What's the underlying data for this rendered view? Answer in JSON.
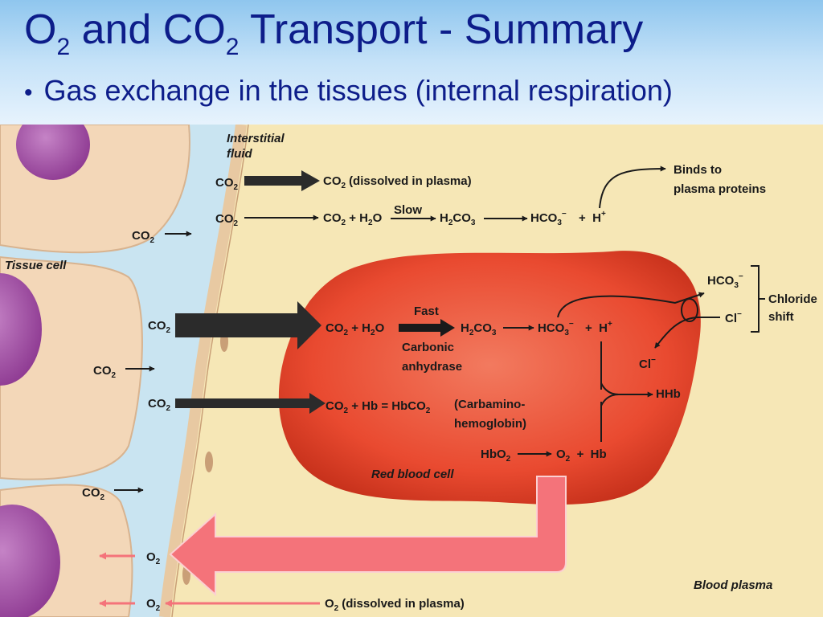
{
  "title": {
    "main_a": "O",
    "sub_a": "2",
    "main_b": " and CO",
    "sub_b": "2",
    "main_c": " Transport - Summary"
  },
  "bullet": "Gas exchange in the tissues (internal respiration)",
  "regions": {
    "interstitial_1": "Interstitial",
    "interstitial_2": "fluid",
    "tissue_cell": "Tissue cell",
    "red_blood_cell": "Red blood cell",
    "blood_plasma": "Blood plasma"
  },
  "co2": {
    "base": "CO",
    "sub": "2"
  },
  "o2": {
    "base": "O",
    "sub": "2"
  },
  "plasma": {
    "dissolved": "(dissolved in plasma)",
    "reaction": {
      "co2_plus_h2o_a": "CO",
      "co2_plus_h2o_b": "2",
      "co2_plus_h2o_c": " + H",
      "co2_plus_h2o_d": "2",
      "co2_plus_h2o_e": "O",
      "slow": "Slow",
      "h2co3_a": "H",
      "h2co3_b": "2",
      "h2co3_c": "CO",
      "h2co3_d": "3",
      "hco3_a": "HCO",
      "hco3_b": "3",
      "hco3_c": "−",
      "plus_h_a": "+  H",
      "plus_h_b": "+"
    },
    "binds_1": "Binds to",
    "binds_2": "plasma proteins"
  },
  "rbc": {
    "fast": "Fast",
    "carbonic_1": "Carbonic",
    "carbonic_2": "anhydrase",
    "plus_h_a": "+  H",
    "plus_h_b": "+",
    "carbamino_a": "CO",
    "carbamino_b": "2",
    "carbamino_c": " + Hb = HbCO",
    "carbamino_d": "2",
    "carbamino_name_1": "(Carbamino-",
    "carbamino_name_2": "hemoglobin)",
    "hbo2_a": "HbO",
    "hbo2_b": "2",
    "o2_plus_hb_a": "O",
    "o2_plus_hb_b": "2",
    "o2_plus_hb_c": "  +  Hb",
    "hhb": "HHb"
  },
  "chloride": {
    "cl_a": "Cl",
    "cl_b": "−",
    "shift_1": "Chloride",
    "shift_2": "shift"
  },
  "colors": {
    "title": "#0d1d8a",
    "rbc": "#e94a30",
    "plasma_bg": "#f6e7b6",
    "tissue_cell": "#f3d7b8",
    "interstitial": "#c9e4f1",
    "nucleus": "#a64aa6",
    "o2_arrow": "#f4737a"
  }
}
